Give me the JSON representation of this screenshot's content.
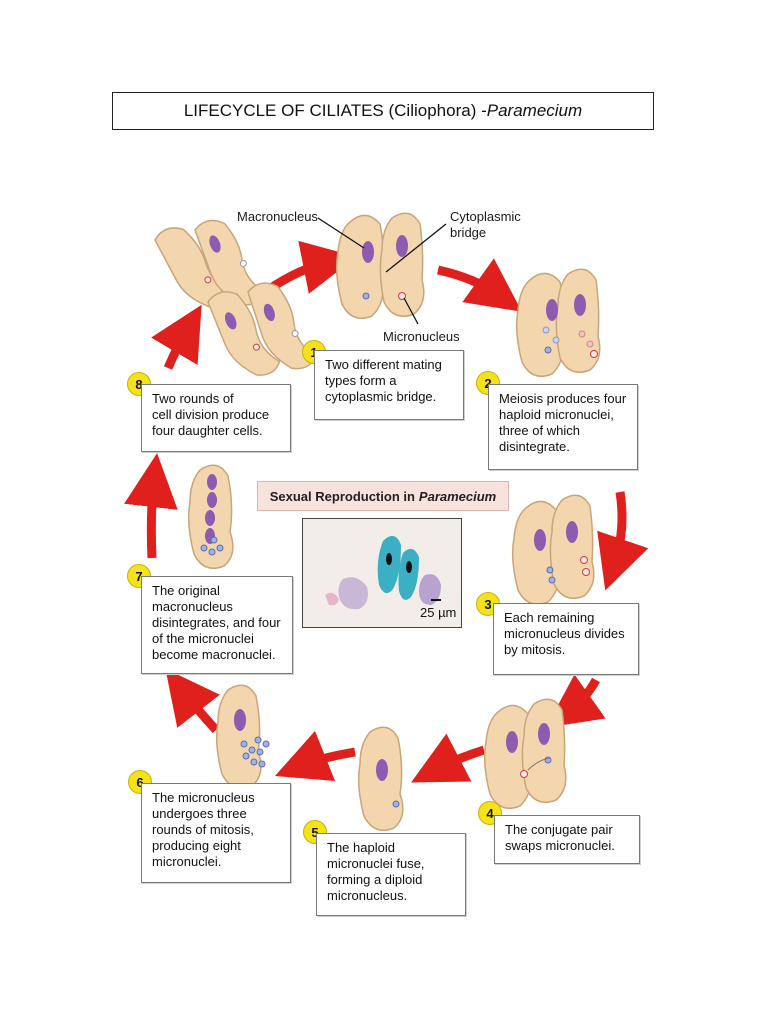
{
  "title": {
    "main": "LIFECYCLE OF CILIATES (Ciliophora) - ",
    "italic": "Paramecium"
  },
  "labels": {
    "macronucleus": "Macronucleus",
    "cytoplasmic_bridge_1": "Cytoplasmic",
    "cytoplasmic_bridge_2": "bridge",
    "micronucleus": "Micronucleus"
  },
  "panel": {
    "title": "Sexual Reproduction in ",
    "title_italic": "Paramecium",
    "scale": "25 µm"
  },
  "steps": [
    {
      "num": "1",
      "lines": [
        "Two different mating",
        "types form a",
        "cytoplasmic bridge."
      ]
    },
    {
      "num": "2",
      "lines": [
        "Meiosis produces four",
        "haploid micronuclei,",
        "three of which",
        "disintegrate."
      ]
    },
    {
      "num": "3",
      "lines": [
        "Each remaining",
        "micronucleus divides",
        "by mitosis."
      ]
    },
    {
      "num": "4",
      "lines": [
        "The conjugate pair",
        "swaps micronuclei."
      ]
    },
    {
      "num": "5",
      "lines": [
        "The haploid",
        "micronuclei fuse,",
        "forming a diploid",
        "micronucleus."
      ]
    },
    {
      "num": "6",
      "lines": [
        "The micronucleus",
        "undergoes three",
        "rounds of mitosis,",
        "producing eight",
        "micronuclei."
      ]
    },
    {
      "num": "7",
      "lines": [
        "The original",
        "macronucleus",
        "disintegrates, and four",
        "of the micronuclei",
        "become macronuclei."
      ]
    },
    {
      "num": "8",
      "lines": [
        "Two rounds of",
        "cell division produce",
        "four daughter cells."
      ]
    }
  ],
  "colors": {
    "cell_fill": "#f3d6ad",
    "cell_stroke": "#c9a57a",
    "macronucleus": "#8e5bb0",
    "arrow": "#e0201c",
    "badge": "#f6e21a"
  }
}
